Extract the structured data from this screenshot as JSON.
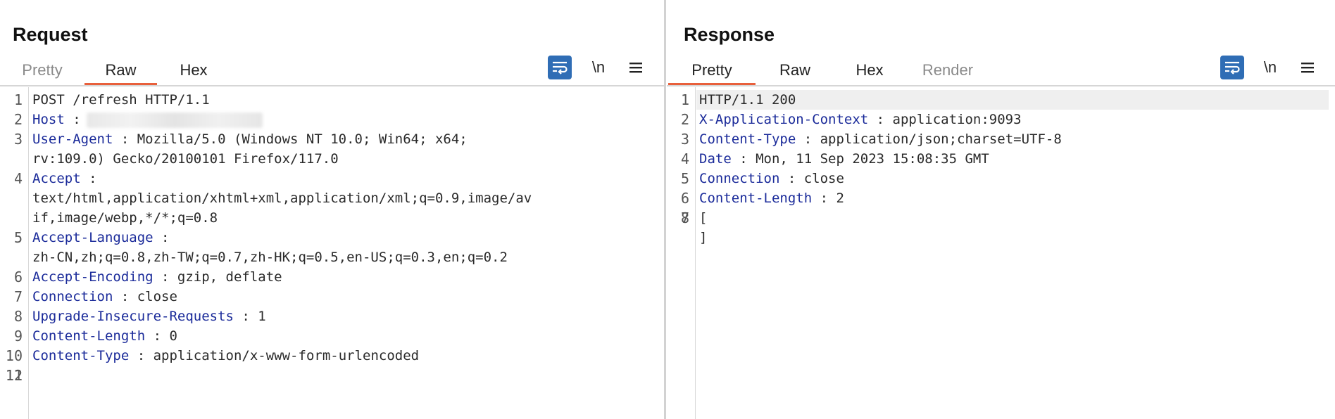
{
  "request": {
    "title": "Request",
    "tabs": [
      {
        "label": "Pretty",
        "state": "inactive"
      },
      {
        "label": "Raw",
        "state": "active"
      },
      {
        "label": "Hex",
        "state": "normal"
      }
    ],
    "newline_label": "\\n",
    "lines": [
      {
        "n": "1",
        "key": "",
        "val": "POST /refresh HTTP/1.1"
      },
      {
        "n": "2",
        "key": "Host",
        "val": " :"
      },
      {
        "n": "3",
        "key": "User-Agent",
        "val": " : Mozilla/5.0 (Windows NT 10.0; Win64; x64;"
      },
      {
        "n": "",
        "key": "",
        "val": "rv:109.0) Gecko/20100101 Firefox/117.0"
      },
      {
        "n": "4",
        "key": "Accept",
        "val": " :"
      },
      {
        "n": "",
        "key": "",
        "val": "text/html,application/xhtml+xml,application/xml;q=0.9,image/av"
      },
      {
        "n": "",
        "key": "",
        "val": "if,image/webp,*/*;q=0.8"
      },
      {
        "n": "5",
        "key": "Accept-Language",
        "val": " :"
      },
      {
        "n": "",
        "key": "",
        "val": "zh-CN,zh;q=0.8,zh-TW;q=0.7,zh-HK;q=0.5,en-US;q=0.3,en;q=0.2"
      },
      {
        "n": "6",
        "key": "Accept-Encoding",
        "val": " : gzip, deflate"
      },
      {
        "n": "7",
        "key": "Connection",
        "val": " : close"
      },
      {
        "n": "8",
        "key": "Upgrade-Insecure-Requests",
        "val": " : 1"
      },
      {
        "n": "9",
        "key": "Content-Length",
        "val": " : 0"
      },
      {
        "n": "10",
        "key": "Content-Type",
        "val": " : application/x-www-form-urlencoded"
      },
      {
        "n": "11",
        "key": "",
        "val": ""
      },
      {
        "n": "12",
        "key": "",
        "val": ""
      }
    ]
  },
  "response": {
    "title": "Response",
    "tabs": [
      {
        "label": "Pretty",
        "state": "active"
      },
      {
        "label": "Raw",
        "state": "normal"
      },
      {
        "label": "Hex",
        "state": "normal"
      },
      {
        "label": "Render",
        "state": "inactive"
      }
    ],
    "newline_label": "\\n",
    "lines": [
      {
        "n": "1",
        "key": "",
        "val": "HTTP/1.1 200"
      },
      {
        "n": "2",
        "key": "X-Application-Context",
        "val": " : application:9093"
      },
      {
        "n": "3",
        "key": "Content-Type",
        "val": " : application/json;charset=UTF-8"
      },
      {
        "n": "4",
        "key": "Date",
        "val": " : Mon, 11 Sep 2023 15:08:35 GMT"
      },
      {
        "n": "5",
        "key": "Connection",
        "val": " : close"
      },
      {
        "n": "6",
        "key": "Content-Length",
        "val": " : 2"
      },
      {
        "n": "7",
        "key": "",
        "val": ""
      },
      {
        "n": "8",
        "key": "",
        "val": "["
      },
      {
        "n": "",
        "key": "",
        "val": "]"
      }
    ]
  },
  "icons": {
    "wrap": "word-wrap-icon",
    "menu": "hamburger-menu-icon",
    "layout": [
      "split-columns-icon",
      "split-rows-icon",
      "single-pane-icon"
    ]
  },
  "colors": {
    "accent": "#e8603c",
    "button": "#2f6db5",
    "header_key": "#1b2b9a"
  }
}
